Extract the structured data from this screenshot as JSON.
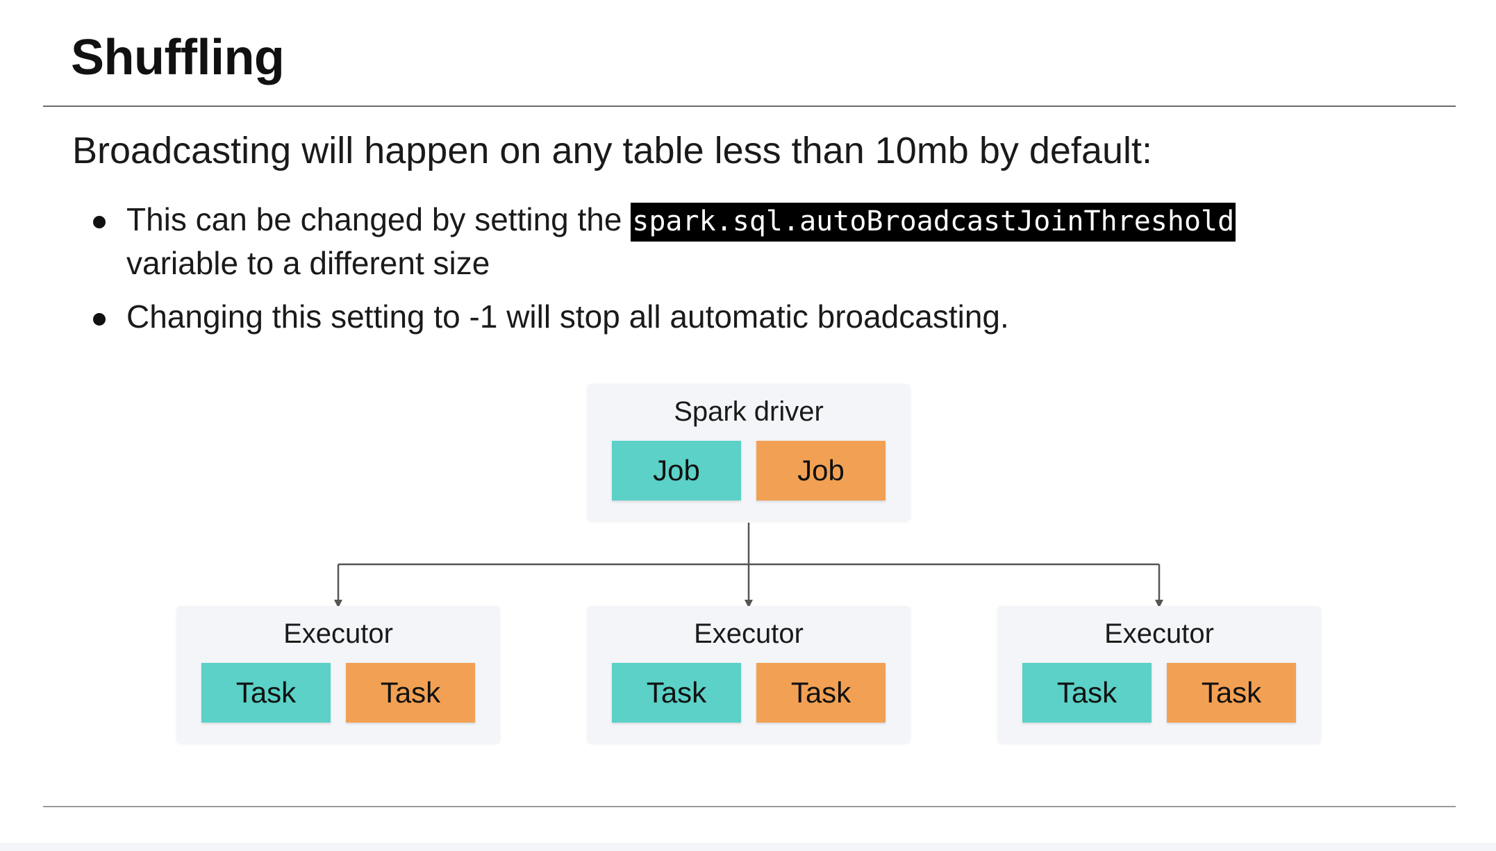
{
  "slide": {
    "title": "Shuffling",
    "lead": "Broadcasting will happen on any table less than 10mb by default:",
    "bullets": [
      {
        "before": "This can be changed by setting the ",
        "code": "spark.sql.autoBroadcastJoinThreshold",
        "after_line": "variable to a different size"
      },
      {
        "text": "Changing this setting to -1 will stop all automatic broadcasting."
      }
    ]
  },
  "diagram": {
    "driver": {
      "label": "Spark driver",
      "jobs": [
        {
          "label": "Job",
          "color": "#5bd1c7"
        },
        {
          "label": "Job",
          "color": "#f2a154"
        }
      ]
    },
    "executors": [
      {
        "label": "Executor",
        "tasks": [
          {
            "label": "Task",
            "color": "#5bd1c7"
          },
          {
            "label": "Task",
            "color": "#f2a154"
          }
        ]
      },
      {
        "label": "Executor",
        "tasks": [
          {
            "label": "Task",
            "color": "#5bd1c7"
          },
          {
            "label": "Task",
            "color": "#f2a154"
          }
        ]
      },
      {
        "label": "Executor",
        "tasks": [
          {
            "label": "Task",
            "color": "#5bd1c7"
          },
          {
            "label": "Task",
            "color": "#f2a154"
          }
        ]
      }
    ],
    "colors": {
      "panel": "#f3f5f9",
      "connector": "#555555",
      "teal": "#5bd1c7",
      "orange": "#f2a154"
    }
  }
}
